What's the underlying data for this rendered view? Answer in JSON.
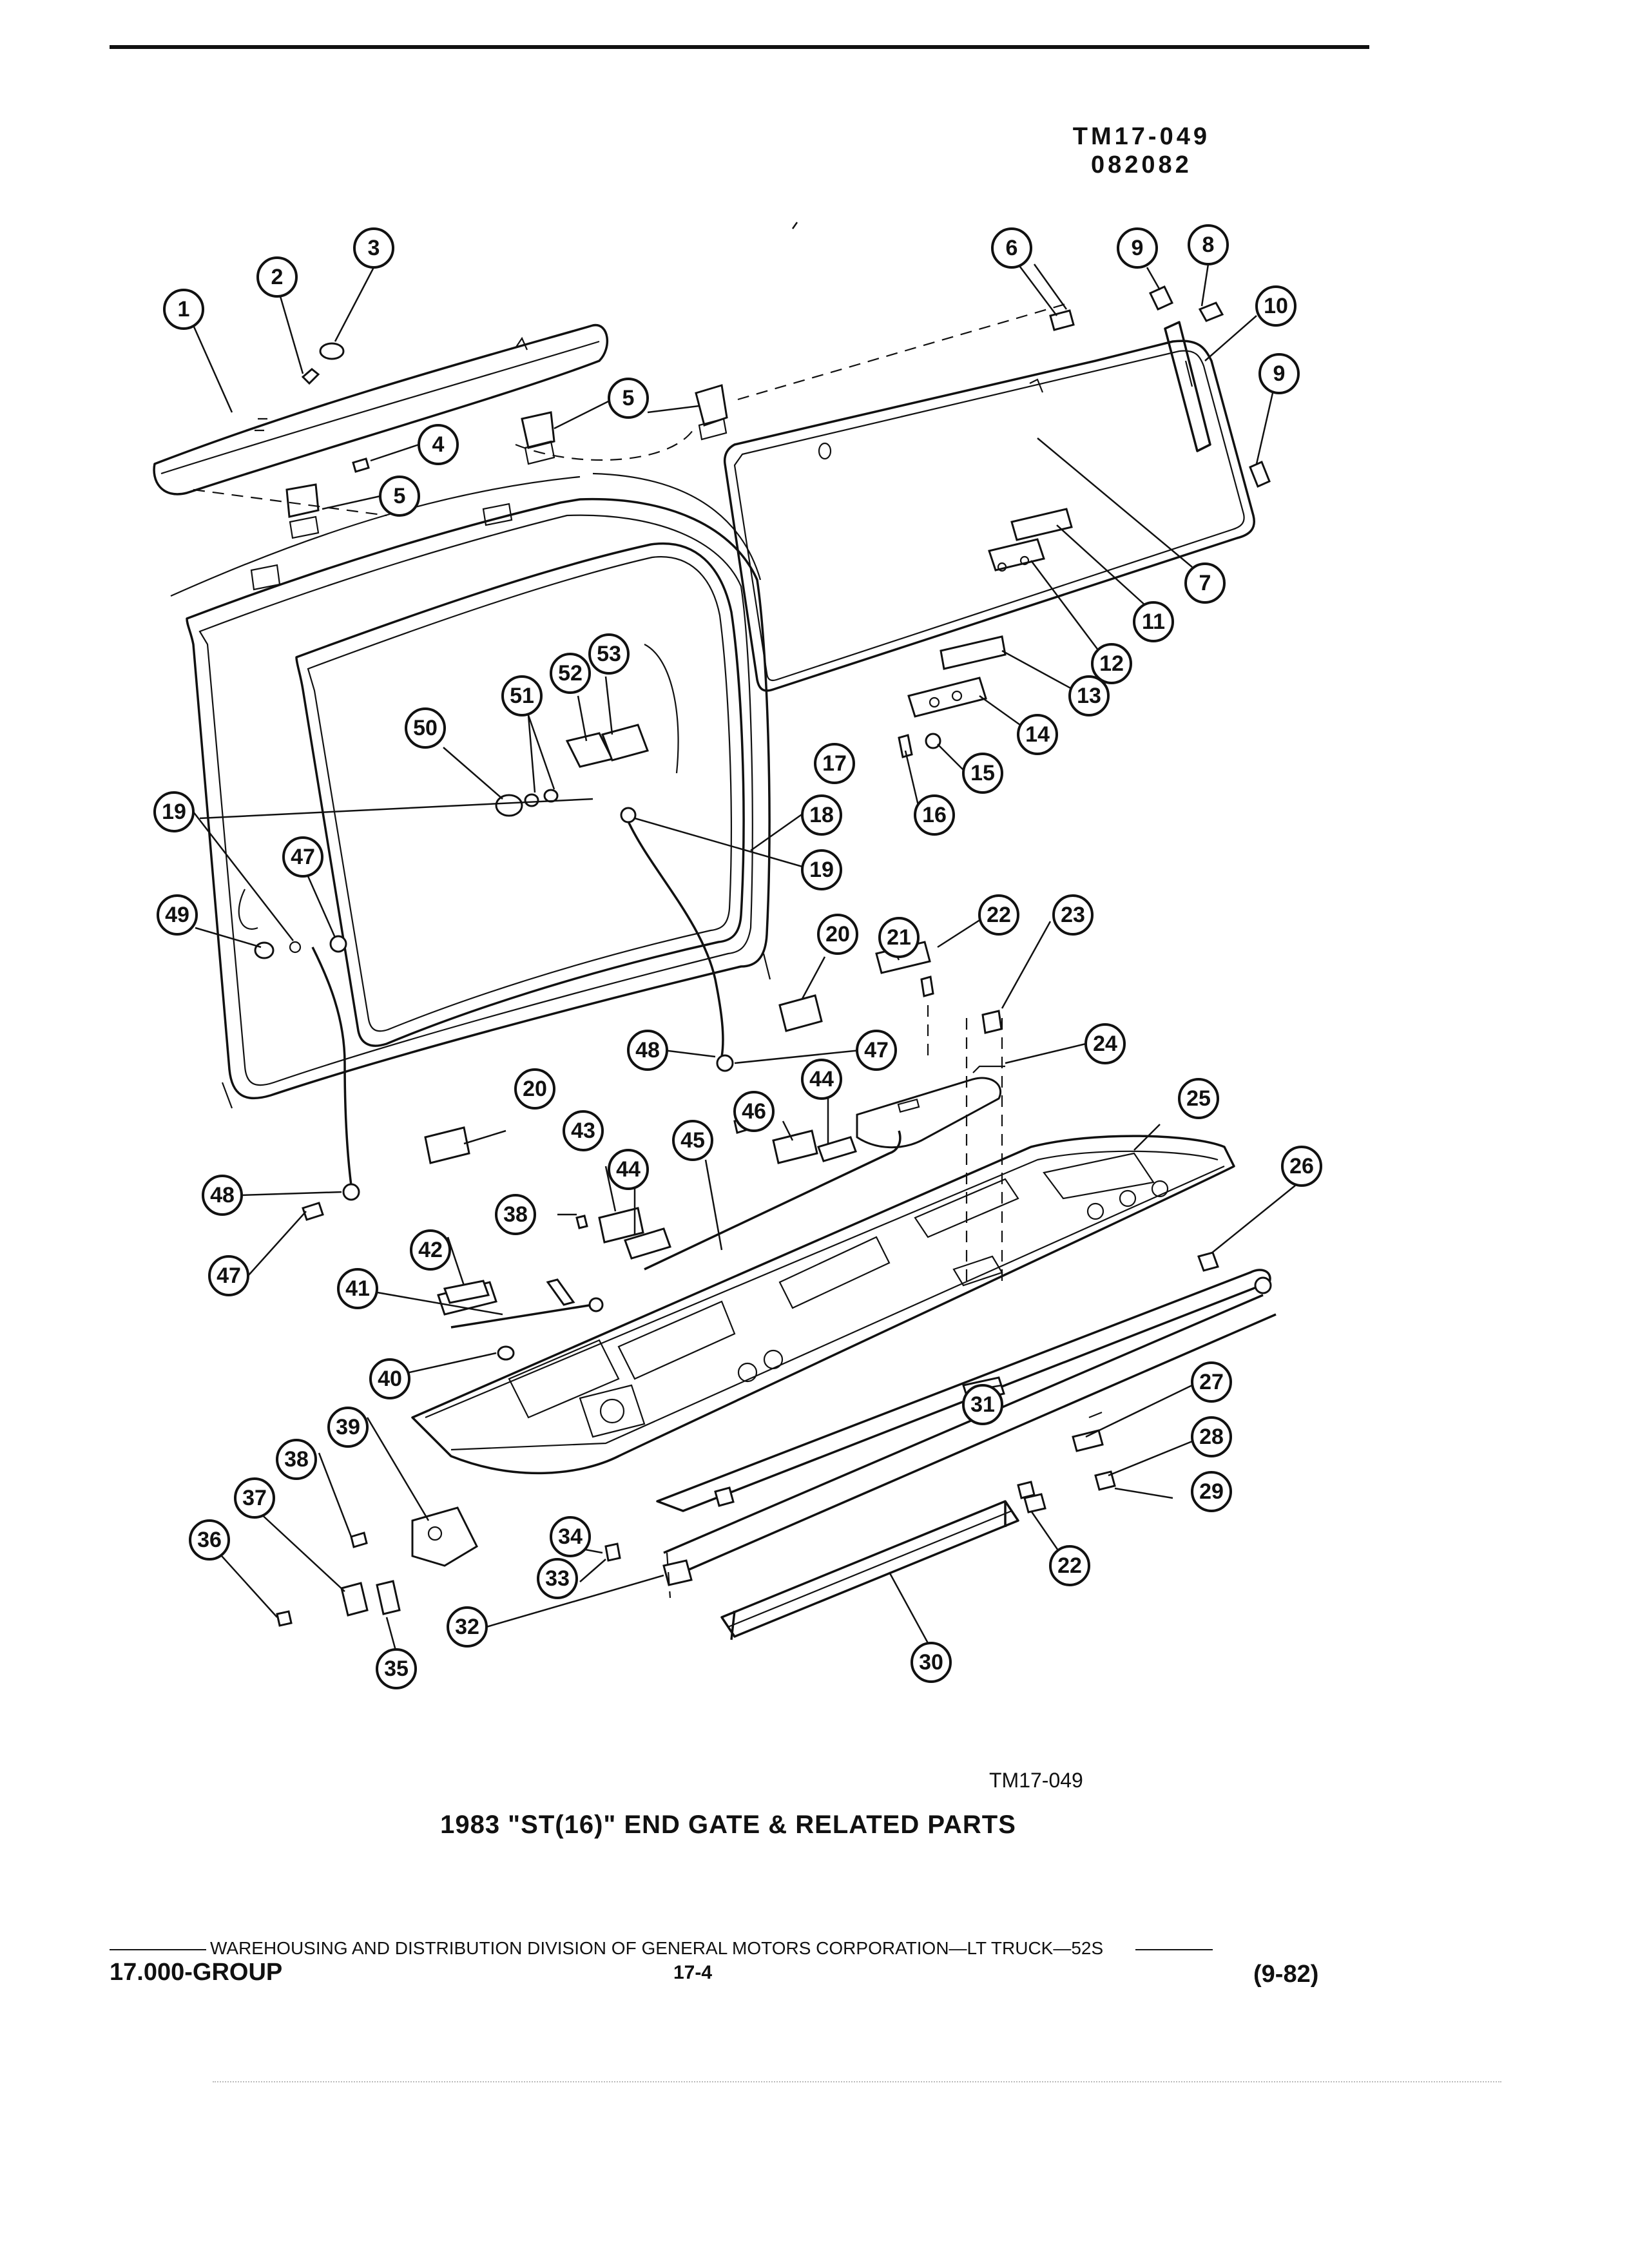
{
  "header": {
    "tm_code_line1": "TM17-049",
    "tm_code_line2": "082082"
  },
  "diagram": {
    "callout_numbers": [
      "1",
      "2",
      "3",
      "4",
      "5",
      "6",
      "7",
      "8",
      "9",
      "10",
      "11",
      "12",
      "13",
      "14",
      "15",
      "16",
      "17",
      "18",
      "19",
      "20",
      "21",
      "22",
      "23",
      "24",
      "25",
      "26",
      "27",
      "28",
      "29",
      "30",
      "31",
      "32",
      "33",
      "34",
      "35",
      "36",
      "37",
      "38",
      "39",
      "40",
      "41",
      "42",
      "43",
      "44",
      "45",
      "46",
      "47",
      "48",
      "49",
      "50",
      "51",
      "52",
      "53"
    ],
    "tm_code_bottom": "TM17-049",
    "caption": "1983 \"ST(16)\" END GATE & RELATED PARTS"
  },
  "footer": {
    "publisher_line": "WAREHOUSING AND DISTRIBUTION  DIVISION OF GENERAL MOTORS CORPORATION—LT TRUCK—52S",
    "group": "17.000-GROUP",
    "page": "17-4",
    "date_code": "(9-82)"
  }
}
